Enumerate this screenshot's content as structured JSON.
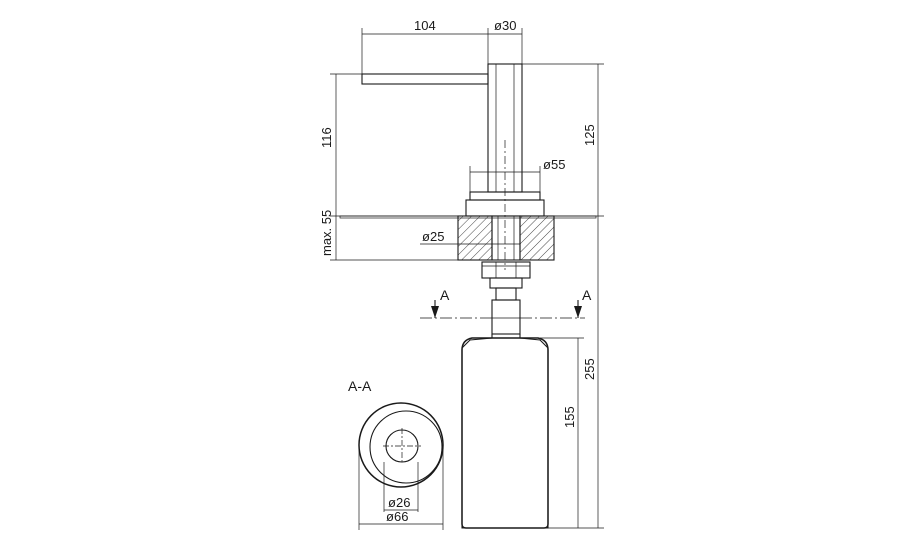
{
  "dimensions": {
    "spout_length": "104",
    "spout_diameter": "30",
    "height_above_deck": "116",
    "body_height": "125",
    "flange_diameter": "55",
    "max_deck_thickness": "max. 55",
    "shank_diameter": "25",
    "total_height": "255",
    "bottle_height": "155",
    "inner_diameter": "26",
    "bottle_diameter": "66"
  },
  "section": {
    "cut_label_left": "A",
    "cut_label_right": "A",
    "section_title": "A-A"
  },
  "colors": {
    "line": "#1a1a1a",
    "bottle_fill": "#ffffff",
    "hatch": "#1a1a1a"
  }
}
